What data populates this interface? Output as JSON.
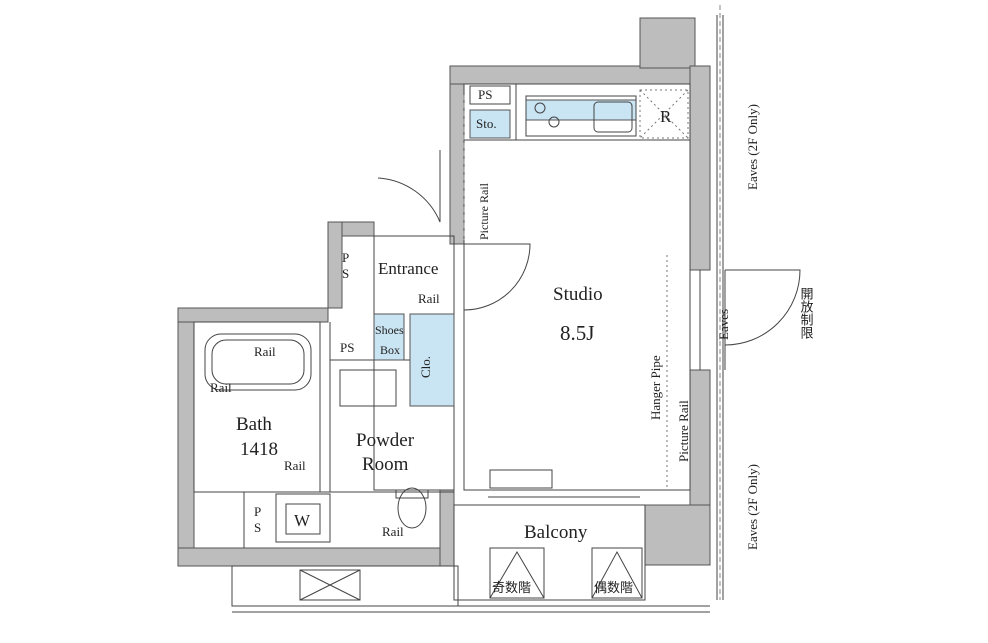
{
  "floorplan": {
    "rooms": {
      "studio": "Studio",
      "studio_size": "8.5J",
      "entrance": "Entrance",
      "bath": "Bath",
      "bath_size": "1418",
      "powder": "Powder",
      "powder_room": "Room",
      "balcony": "Balcony"
    },
    "labels": {
      "ps": "PS",
      "sto": "Sto.",
      "r": "R",
      "rail": "Rail",
      "picture_rail": "Picture Rail",
      "hanger_pipe": "Hanger Pipe",
      "shoes": "Shoes",
      "box": "Box",
      "clo": "Clo.",
      "w": "W",
      "eaves": "Eaves",
      "eaves_2f": "Eaves (2F Only)",
      "kaiho_seigen": "開放制限",
      "kisukai": "奇数階",
      "gusukai": "偶数階"
    }
  }
}
